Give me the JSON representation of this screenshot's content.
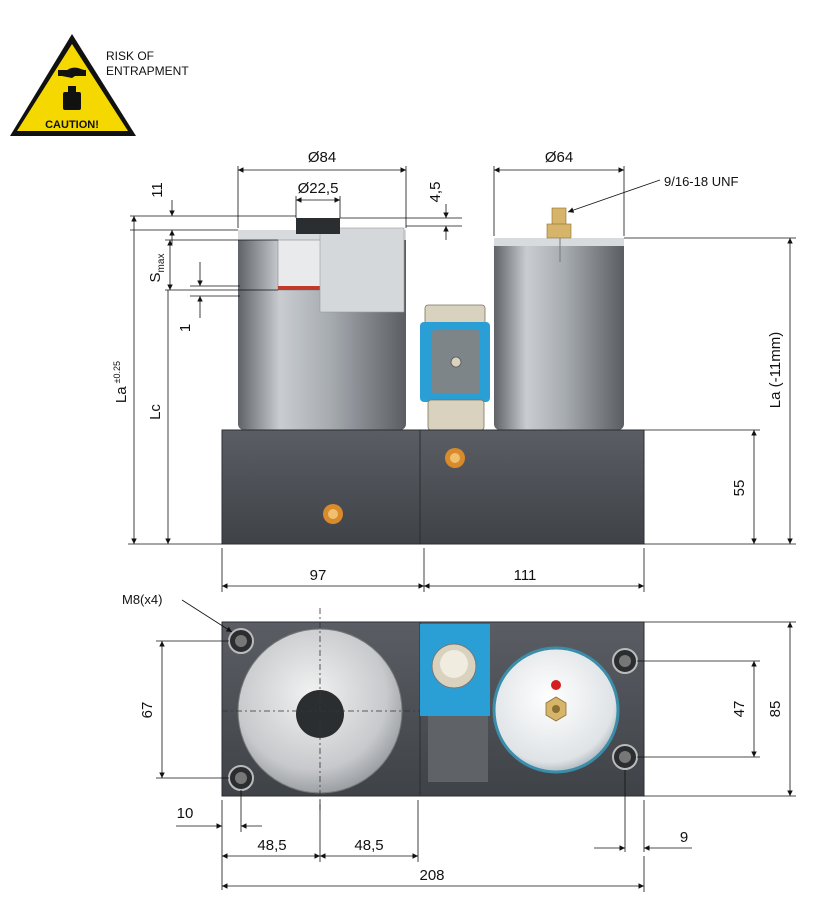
{
  "warning": {
    "line1": "RISK OF",
    "line2": "ENTRAPMENT",
    "badge": "CAUTION!"
  },
  "dimensions": {
    "d84": "Ø84",
    "d64": "Ø64",
    "d22_5": "Ø22,5",
    "d11": "11",
    "d4_5": "4,5",
    "smax": "S",
    "smax_sub": "max",
    "d1": "1",
    "la": "La",
    "la_tol": "±0.25",
    "lc": "Lc",
    "la_minus": "La (-11mm)",
    "d55": "55",
    "d97": "97",
    "d111": "111",
    "thread": "9/16-18 UNF",
    "m8": "M8(x4)",
    "d67": "67",
    "d47": "47",
    "d85": "85",
    "d10": "10",
    "d48_5_left": "48,5",
    "d48_5_right": "48,5",
    "d9": "9",
    "d208": "208"
  },
  "colors": {
    "warning_yellow": "#f5d800",
    "block_gray": "#4d5157",
    "cylinder_gray": "#9aa0a6",
    "valve_blue": "#2a9fd6",
    "plug_orange": "#d98a2b",
    "indicator_red": "#d41f1f"
  }
}
